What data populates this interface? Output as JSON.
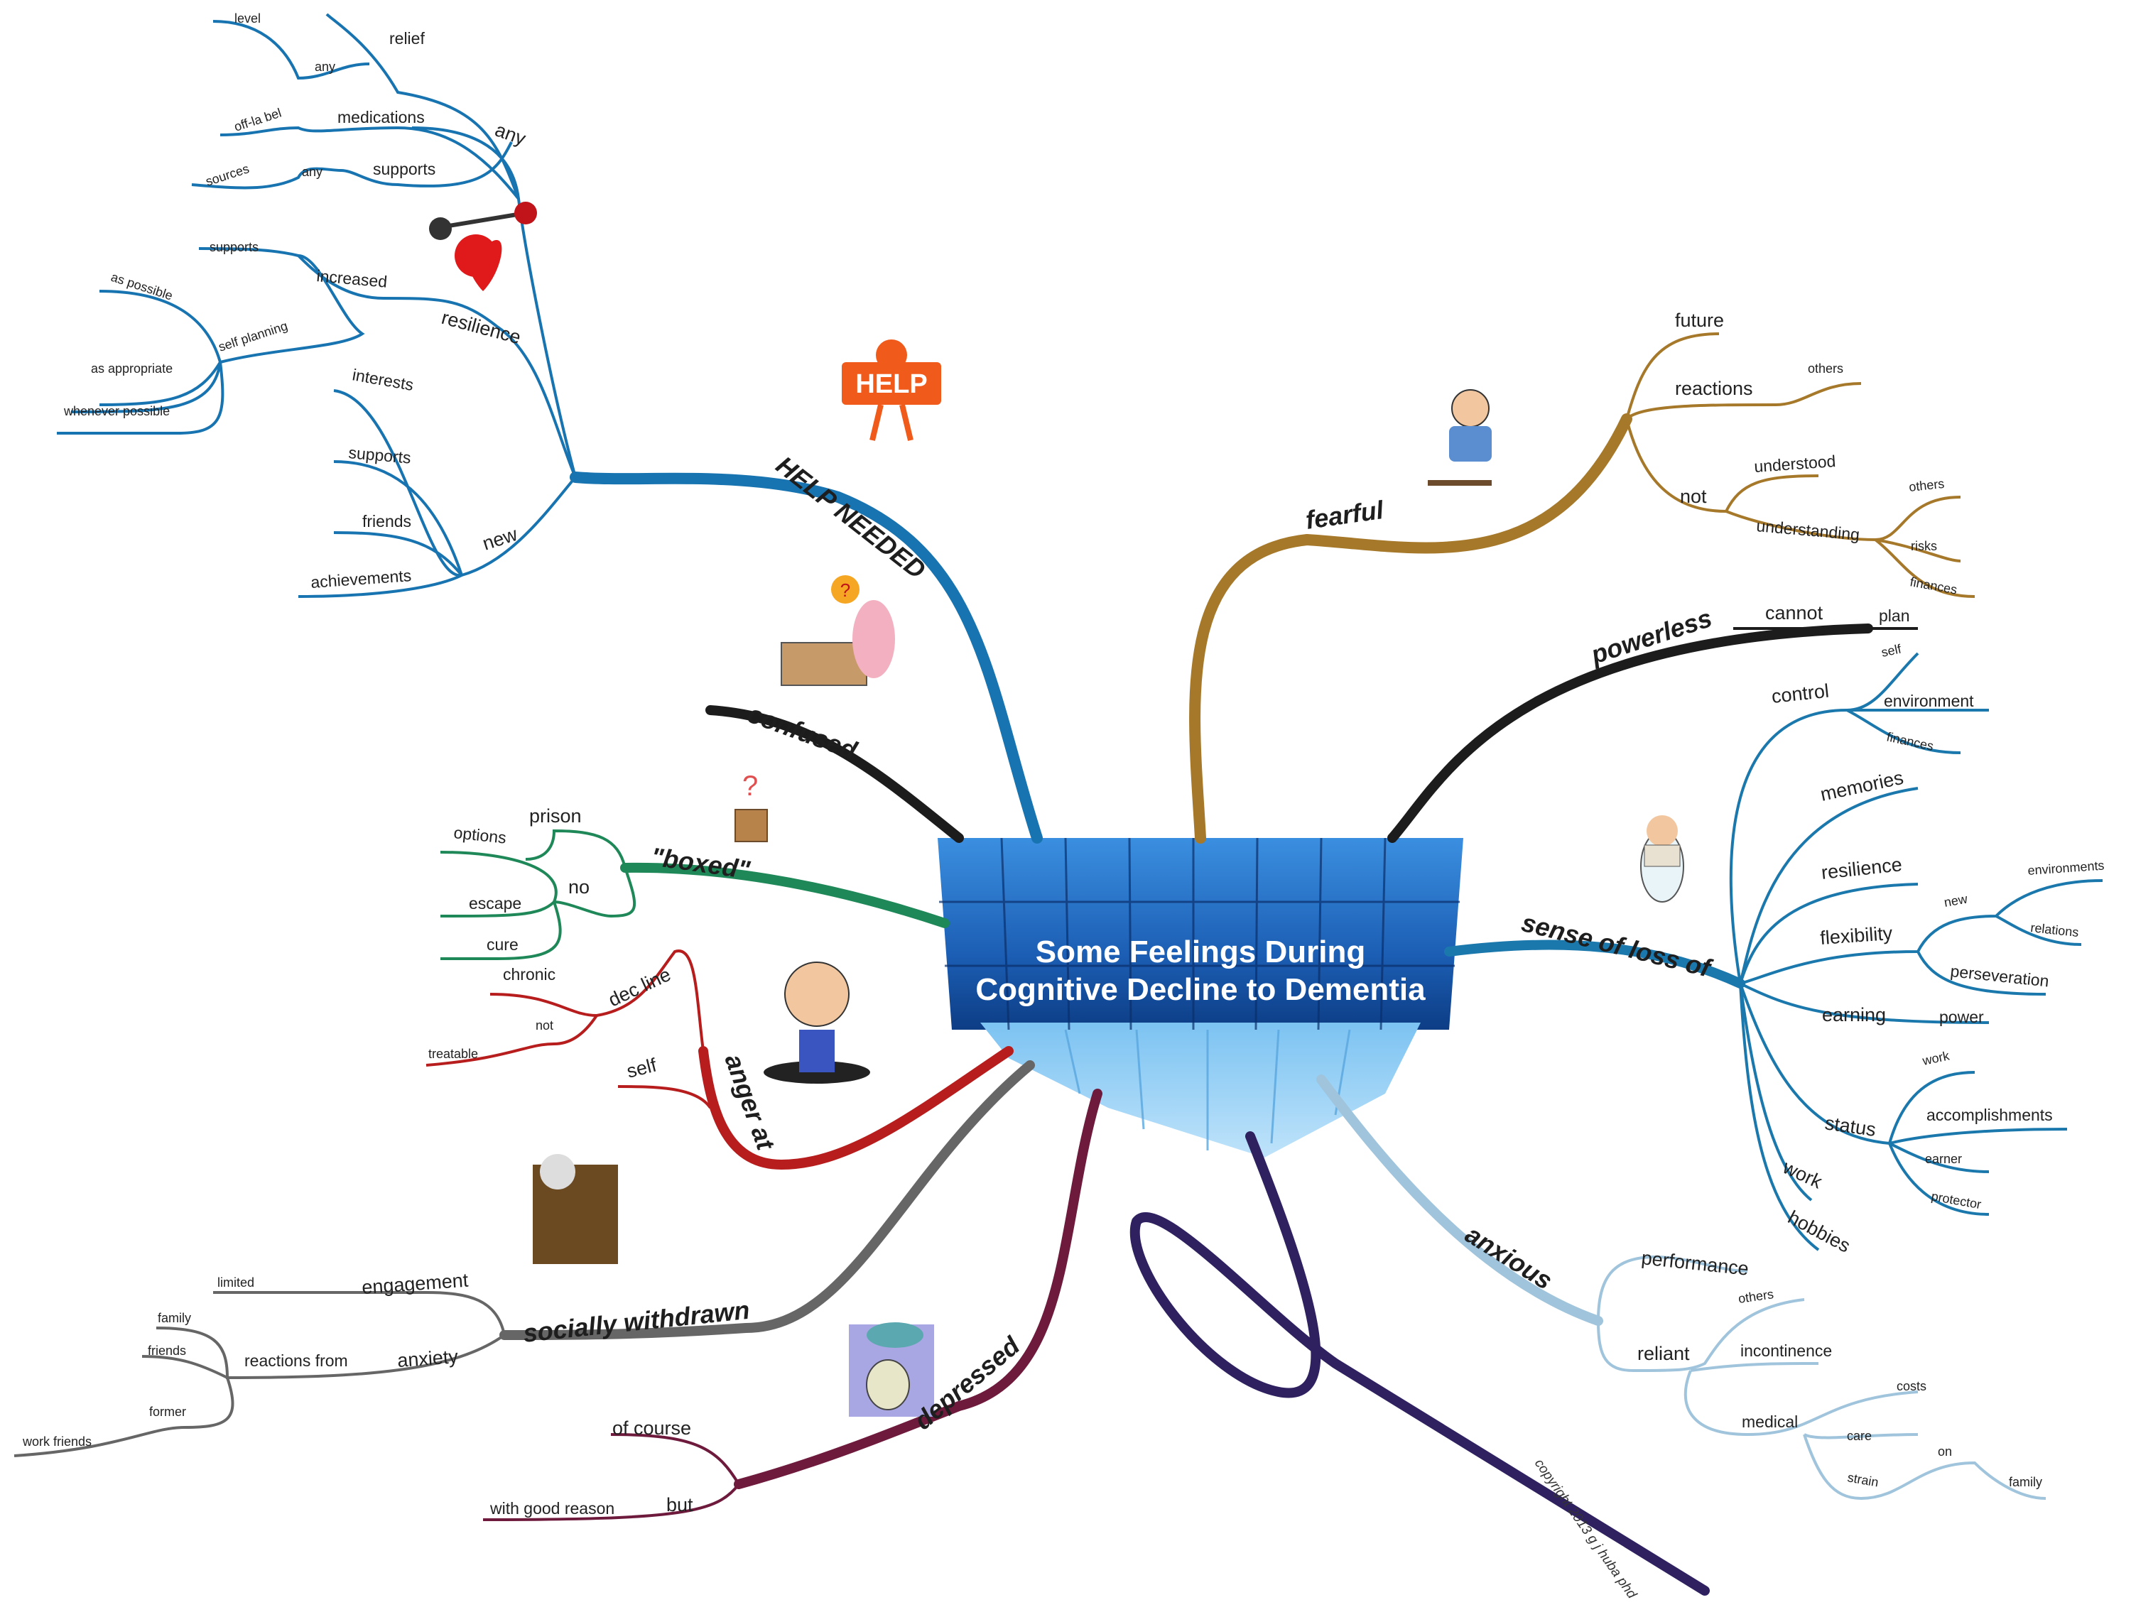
{
  "center": {
    "line1": "Some Feelings During",
    "line2": "Cognitive Decline to Dementia"
  },
  "colors": {
    "help": "#1874b0",
    "fearful": "#a6782a",
    "powerless": "#1c1c1c",
    "sense_of_loss": "#1b78ad",
    "confused": "#1c1c1c",
    "boxed": "#1f8858",
    "anger": "#b71d1d",
    "withdrawn": "#666666",
    "depressed": "#6e1a3d",
    "curl": "#2f2060",
    "anxious": "#9fc4dc",
    "cube": "#2a73c8"
  },
  "help": {
    "title": "HELP NEEDED",
    "any": "any",
    "relief": "relief",
    "any2": "any",
    "level": "level",
    "medications": "medications",
    "offlabel": "off-la bel",
    "supports": "supports",
    "any3": "any",
    "sources": "sources",
    "resilience": "resilience",
    "increased": "increased",
    "supports2": "supports",
    "self_planning": "self planning",
    "as_possible": "as possible",
    "as_appropriate": "as appropriate",
    "whenever_possible": "whenever possible",
    "new": "new",
    "interests": "interests",
    "supports3": "supports",
    "friends": "friends",
    "achievements": "achievements",
    "sign": "HELP"
  },
  "fearful": {
    "title": "fearful",
    "future": "future",
    "reactions": "reactions",
    "others": "others",
    "not": "not",
    "understood": "understood",
    "understanding": "understanding",
    "others2": "others",
    "risks": "risks",
    "finances": "finances"
  },
  "powerless": {
    "title": "powerless",
    "cannot": "cannot",
    "plan": "plan"
  },
  "loss": {
    "title": "sense of loss of",
    "control": "control",
    "self": "self",
    "environment": "environment",
    "finances": "finances",
    "memories": "memories",
    "resilience": "resilience",
    "flexibility": "flexibility",
    "new": "new",
    "environments": "environments",
    "relations": "relations",
    "perseveration": "perseveration",
    "earning": "earning",
    "power": "power",
    "status": "status",
    "work": "work",
    "accomplishments": "accomplishments",
    "earner": "earner",
    "protector": "protector",
    "work2": "work",
    "hobbies": "hobbies"
  },
  "confused": {
    "title": "confused"
  },
  "boxed": {
    "title": "\"boxed\"",
    "prison": "prison",
    "no": "no",
    "options": "options",
    "escape": "escape",
    "cure": "cure"
  },
  "anger": {
    "title": "anger at",
    "decline": "dec line",
    "chronic": "chronic",
    "not": "not",
    "treatable": "treatable",
    "self": "self"
  },
  "withdrawn": {
    "title": "socially withdrawn",
    "engagement": "engagement",
    "limited": "limited",
    "anxiety": "anxiety",
    "reactions_from": "reactions from",
    "family": "family",
    "friends": "friends",
    "former": "former",
    "work_friends": "work friends"
  },
  "depressed": {
    "title": "depressed",
    "of_course": "of course",
    "but": "but",
    "with_good_reason": "with good reason"
  },
  "anxious": {
    "title": "anxious",
    "performance": "performance",
    "reliant": "reliant",
    "others": "others",
    "incontinence": "incontinence",
    "medical": "medical",
    "costs": "costs",
    "care": "care",
    "strain": "strain",
    "on": "on",
    "family": "family"
  },
  "copyright": "copyright 2013 g j huba phd"
}
